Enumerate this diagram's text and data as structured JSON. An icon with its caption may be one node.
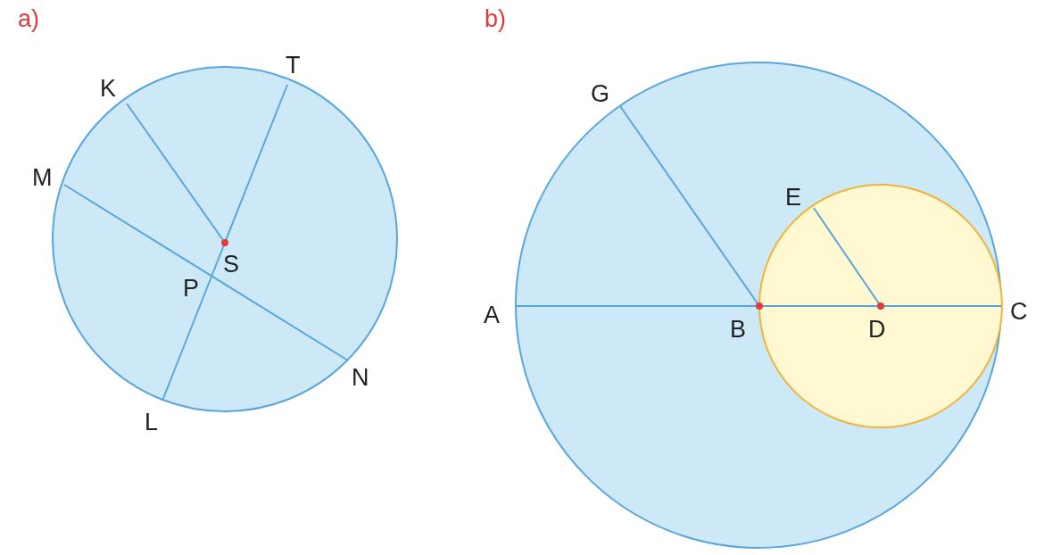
{
  "diagram": {
    "labels": [
      "a)",
      "b)",
      "T",
      "K",
      "G",
      "M",
      "E",
      "S",
      "P",
      "A",
      "B",
      "D",
      "C",
      "N",
      "L"
    ]
  }
}
